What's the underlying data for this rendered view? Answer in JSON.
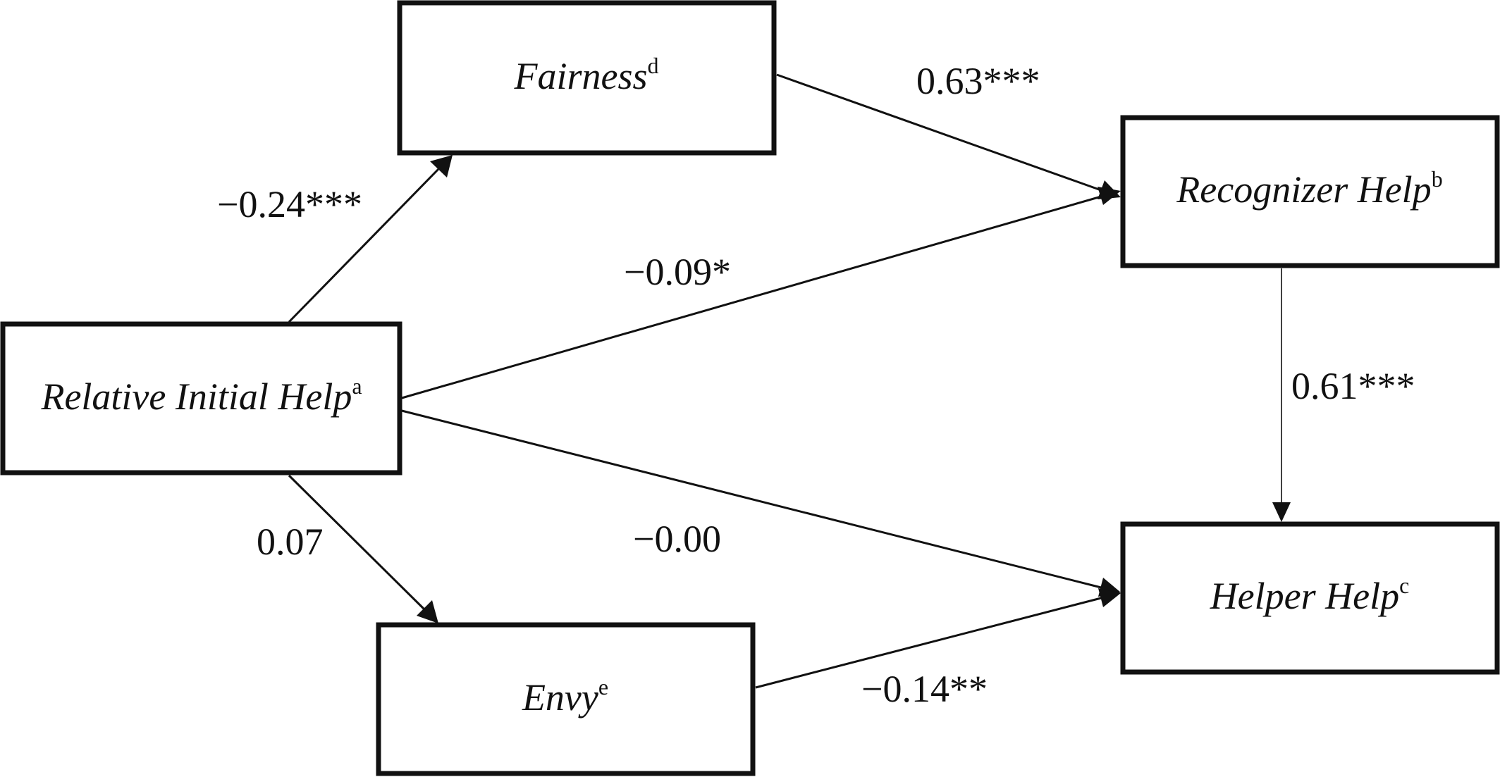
{
  "nodes": {
    "fairness": {
      "label": "Fairness",
      "superscript": "d"
    },
    "recognizer": {
      "label": "Recognizer Help",
      "superscript": "b"
    },
    "relative": {
      "label": "Relative Initial Help",
      "superscript": "a"
    },
    "helper": {
      "label": "Helper Help",
      "superscript": "c"
    },
    "envy": {
      "label": "Envy",
      "superscript": "e"
    }
  },
  "edges": [
    {
      "from": "relative",
      "to": "fairness",
      "coefficient": "−0.24***"
    },
    {
      "from": "fairness",
      "to": "recognizer",
      "coefficient": "0.63***"
    },
    {
      "from": "relative",
      "to": "recognizer",
      "coefficient": "−0.09*"
    },
    {
      "from": "recognizer",
      "to": "helper",
      "coefficient": "0.61***"
    },
    {
      "from": "relative",
      "to": "envy",
      "coefficient": "0.07"
    },
    {
      "from": "relative",
      "to": "helper",
      "coefficient": "−0.00"
    },
    {
      "from": "envy",
      "to": "helper",
      "coefficient": "−0.14**"
    }
  ]
}
